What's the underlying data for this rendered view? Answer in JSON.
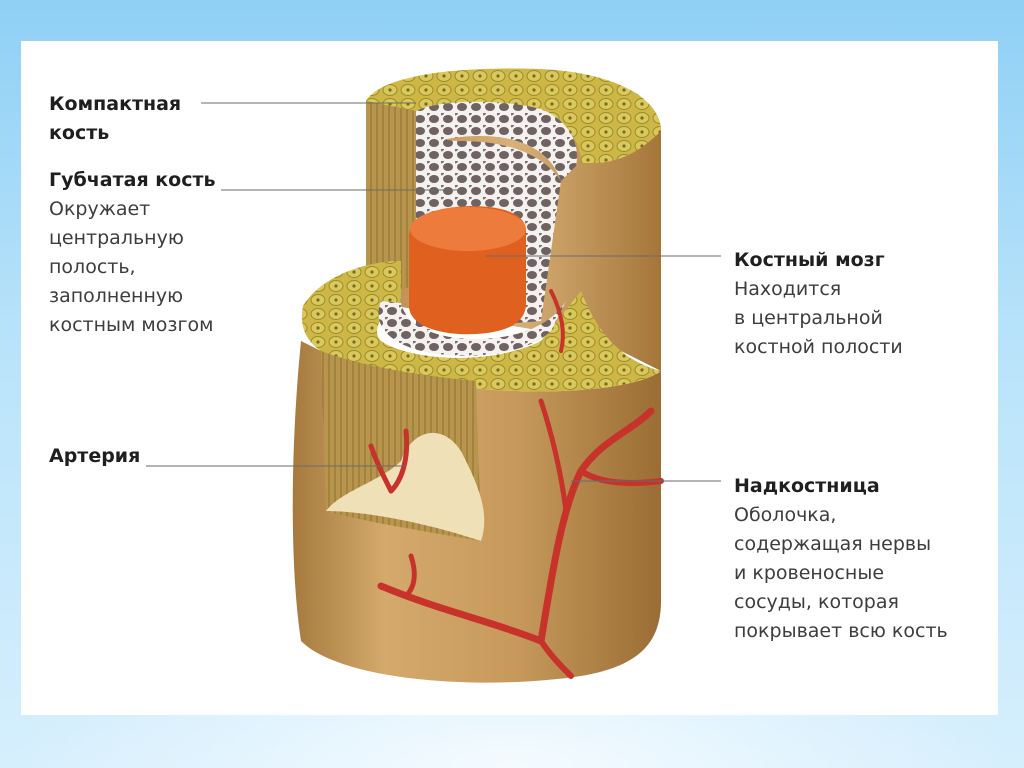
{
  "labels": {
    "compact": {
      "title_line1": "Компактная",
      "title_line2": "кость"
    },
    "spongy": {
      "title": "Губчатая кость",
      "desc": [
        "Окружает",
        "центральную",
        "полость,",
        "заполненную",
        "костным мозгом"
      ]
    },
    "artery": {
      "title": "Артерия"
    },
    "marrow": {
      "title": "Костный мозг",
      "desc": [
        "Находится",
        "в центральной",
        "костной полости"
      ]
    },
    "periosteum": {
      "title": "Надкостница",
      "desc": [
        "Оболочка,",
        "содержащая нервы",
        "и кровеносные",
        "сосуды, которая",
        "покрывает всю кость"
      ]
    }
  },
  "colors": {
    "bone_shaft": "#c79a5c",
    "compact_bone": "#c9b341",
    "spongy_bone": "#8a7b76",
    "marrow": "#e0601f",
    "artery": "#c7322b"
  }
}
